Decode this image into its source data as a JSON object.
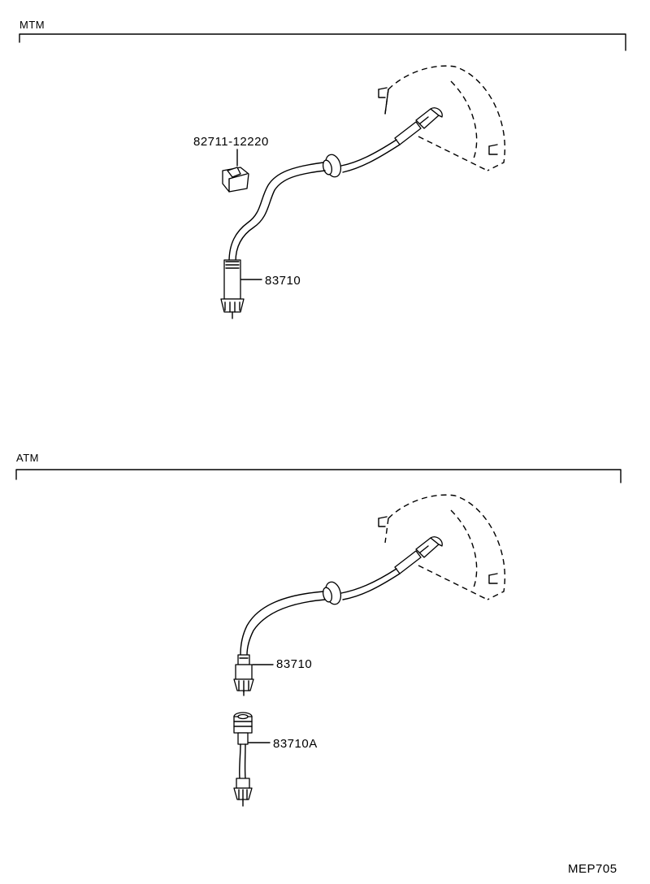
{
  "sections": [
    {
      "label": "MTM"
    },
    {
      "label": "ATM"
    }
  ],
  "callouts": {
    "mtm_clamp": "82711-12220",
    "mtm_cable": "83710",
    "atm_cable": "83710",
    "atm_adapter": "83710A"
  },
  "footer": {
    "code": "MEP705"
  }
}
